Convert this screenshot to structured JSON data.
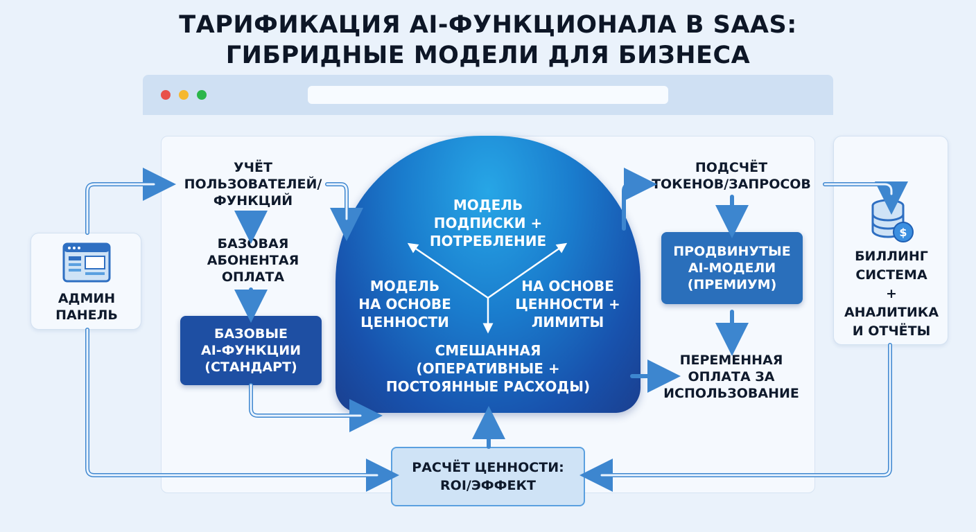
{
  "title": {
    "line1": "ТАРИФИКАЦИЯ AI-ФУНКЦИОНАЛА В SAAS:",
    "line2": "ГИБРИДНЫЕ МОДЕЛИ ДЛЯ БИЗНЕСА"
  },
  "window_dots": [
    "#e8514a",
    "#f5b82e",
    "#2bb64a"
  ],
  "admin": {
    "icon": "browser-window-icon",
    "label": "АДМИН\nПАНЕЛЬ"
  },
  "billing": {
    "icon": "database-coin-icon",
    "label": "БИЛЛИНГ\nСИСТЕМА\n+\nАНАЛИТИКА\nИ ОТЧЁТЫ"
  },
  "left_flow": {
    "users": "УЧЁТ\nПОЛЬЗОВАТЕЛЕЙ/\nФУНКЦИЙ",
    "base_fee": "БАЗОВАЯ\nАБОНЕНТАЯ\nОПЛАТА",
    "base_ai": "БАЗОВЫЕ\nAI-ФУНКЦИИ\n(СТАНДАРТ)"
  },
  "center": {
    "top": "МОДЕЛЬ\nПОДПИСКИ +\nПОТРЕБЛЕНИЕ",
    "left": "МОДЕЛЬ\nНА ОСНОВЕ\nЦЕННОСТИ",
    "right": "НА ОСНОВЕ\nЦЕННОСТИ +\nЛИМИТЫ",
    "bottom": "СМЕШАННАЯ\n(ОПЕРАТИВНЫЕ +\nПОСТОЯННЫЕ РАСХОДЫ)"
  },
  "right_flow": {
    "tokens": "ПОДСЧЁТ\nТОКЕНОВ/ЗАПРОСОВ",
    "premium": "ПРОДВИНУТЫЕ\nAI-МОДЕЛИ\n(ПРЕМИУМ)",
    "variable": "ПЕРЕМЕННАЯ\nОПЛАТА ЗА\nИСПОЛЬЗОВАНИЕ"
  },
  "roi": "РАСЧЁТ ЦЕННОСТИ:\nROI/ЭФФЕКТ",
  "colors": {
    "arrow": "#5aa0e0",
    "arrow_stroke": "#3d86cf",
    "dark_box": "#1e4fa3",
    "premium_box": "#2a6fbb"
  }
}
